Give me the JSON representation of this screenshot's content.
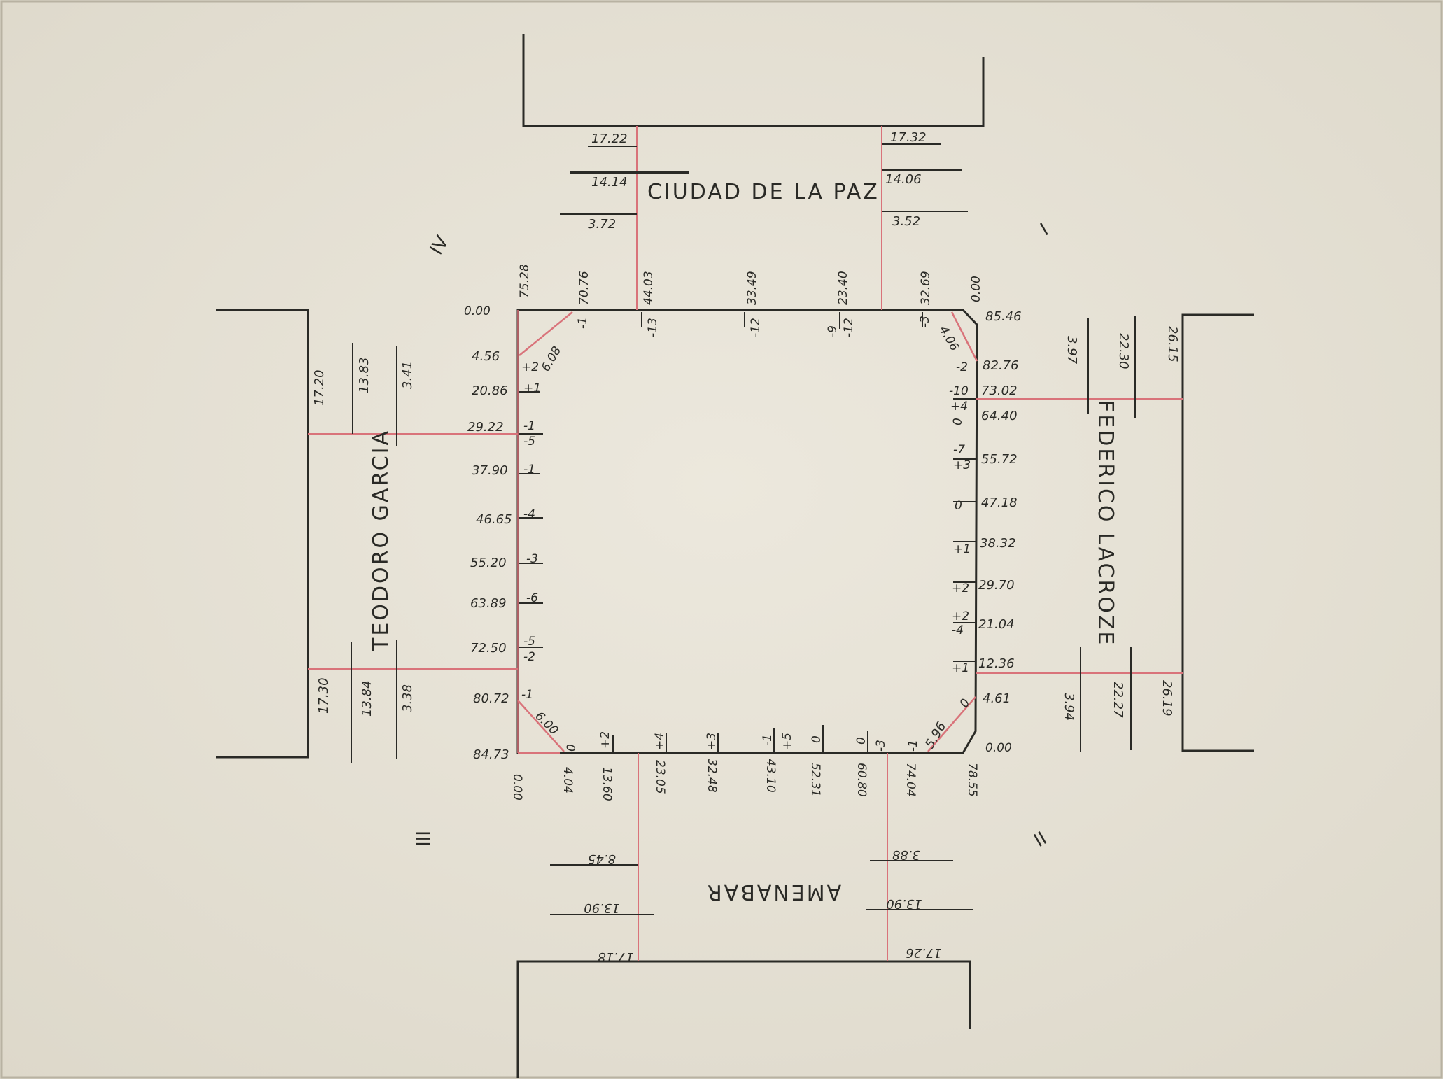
{
  "streets": {
    "north": "CIUDAD DE LA PAZ",
    "south": "AMENABAR",
    "west": "TEODORO GARCIA",
    "east": "FEDERICO LACROZE"
  },
  "quadrants": {
    "q1": "I",
    "q2": "II",
    "q3": "III",
    "q4": "IV"
  },
  "north_street": {
    "left_col": [
      "17.22",
      "14.14",
      "3.72"
    ],
    "right_col": [
      "17.32",
      "14.06",
      "3.52"
    ]
  },
  "south_street": {
    "left_col": [
      "8.45",
      "13.90",
      "17.18"
    ],
    "right_col": [
      "3.88",
      "13.90",
      "17.26"
    ]
  },
  "west_street": {
    "upper": [
      "17.20",
      "13.83",
      "3.41"
    ],
    "lower": [
      "17.30",
      "13.84",
      "3.38"
    ]
  },
  "east_street": {
    "upper": [
      "3.97",
      "22.30",
      "26.15"
    ],
    "lower": [
      "3.94",
      "22.27",
      "26.19"
    ]
  },
  "top_side": {
    "chainage": [
      "75.28",
      "70.76",
      "44.03",
      "33.49",
      "23.40",
      "32.69",
      "0.00"
    ],
    "levels": [
      "-1",
      "-13",
      "-12",
      "-9",
      "-12",
      "-3"
    ],
    "corner_left": "0.00",
    "corner_right": "85.46",
    "chamfer_left": "6.08",
    "chamfer_right": "4.06"
  },
  "left_side": {
    "chainage": [
      "4.56",
      "20.86",
      "29.22",
      "37.90",
      "46.65",
      "55.20",
      "63.89",
      "72.50",
      "80.72",
      "84.73"
    ],
    "levels": [
      "+2",
      "+1",
      "-1",
      "-5",
      "-1",
      "-4",
      "-3",
      "-6",
      "-5",
      "-2",
      "-1"
    ],
    "chamfer": "6.00"
  },
  "right_side": {
    "chainage": [
      "82.76",
      "73.02",
      "64.40",
      "55.72",
      "47.18",
      "38.32",
      "29.70",
      "21.04",
      "12.36",
      "4.61",
      "0.00"
    ],
    "levels": [
      "-2",
      "-10",
      "+4",
      "0",
      "-7",
      "+3",
      "0",
      "+1",
      "+2",
      "+2",
      "-4",
      "+1",
      "0"
    ],
    "chamfer": "5.96"
  },
  "bottom_side": {
    "chainage": [
      "0.00",
      "4.04",
      "13.60",
      "23.05",
      "32.48",
      "43.10",
      "52.31",
      "60.80",
      "74.04",
      "78.55"
    ],
    "levels": [
      "0",
      "+2",
      "+4",
      "+3",
      "-1",
      "+5",
      "0",
      "0",
      "-3",
      "-1"
    ]
  },
  "colors": {
    "ink": "#2a2a26",
    "red": "#d9737a",
    "paper": "#e8e4d8"
  }
}
